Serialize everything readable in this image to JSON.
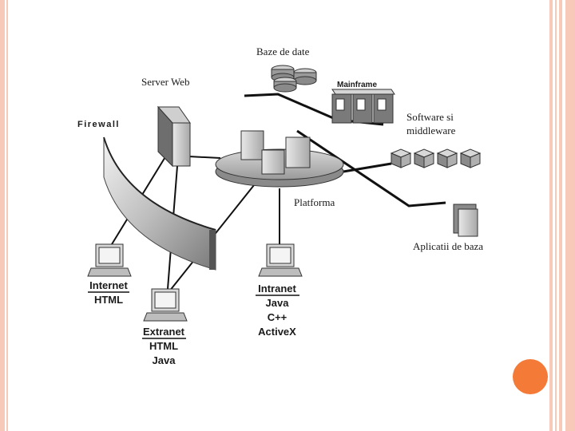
{
  "diagram": {
    "labels": {
      "databases": "Baze de date",
      "web_server": "Server Web",
      "mainframe": "Mainframe",
      "firewall": "Firewall",
      "software_middleware_line1": "Software si",
      "software_middleware_line2": "middleware",
      "platform": "Platforma",
      "base_applications": "Aplicatii de baza"
    },
    "clients": {
      "internet": {
        "title": "Internet",
        "lines": [
          "HTML"
        ]
      },
      "extranet": {
        "title": "Extranet",
        "lines": [
          "HTML",
          "Java"
        ]
      },
      "intranet": {
        "title": "Intranet",
        "lines": [
          "Java",
          "C++",
          "ActiveX"
        ]
      }
    }
  },
  "colors": {
    "stripe": "#f6c9b8",
    "accent_dot": "#f47a38",
    "lines": "#111111"
  }
}
